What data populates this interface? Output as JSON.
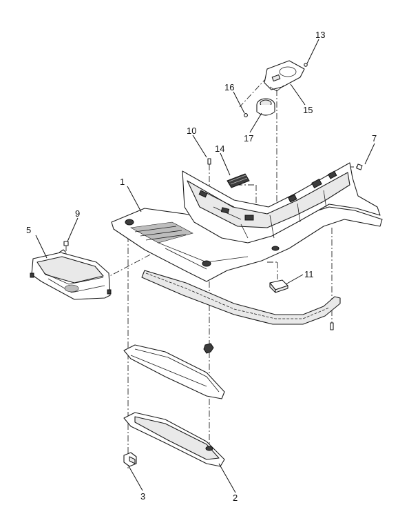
{
  "callouts": [
    {
      "id": "c1",
      "label": "1"
    },
    {
      "id": "c2",
      "label": "2"
    },
    {
      "id": "c3",
      "label": "3"
    },
    {
      "id": "c5",
      "label": "5"
    },
    {
      "id": "c7",
      "label": "7"
    },
    {
      "id": "c9",
      "label": "9"
    },
    {
      "id": "c10",
      "label": "10"
    },
    {
      "id": "c11",
      "label": "11"
    },
    {
      "id": "c13",
      "label": "13"
    },
    {
      "id": "c14",
      "label": "14"
    },
    {
      "id": "c15",
      "label": "15"
    },
    {
      "id": "c16",
      "label": "16"
    },
    {
      "id": "c17",
      "label": "17"
    }
  ]
}
